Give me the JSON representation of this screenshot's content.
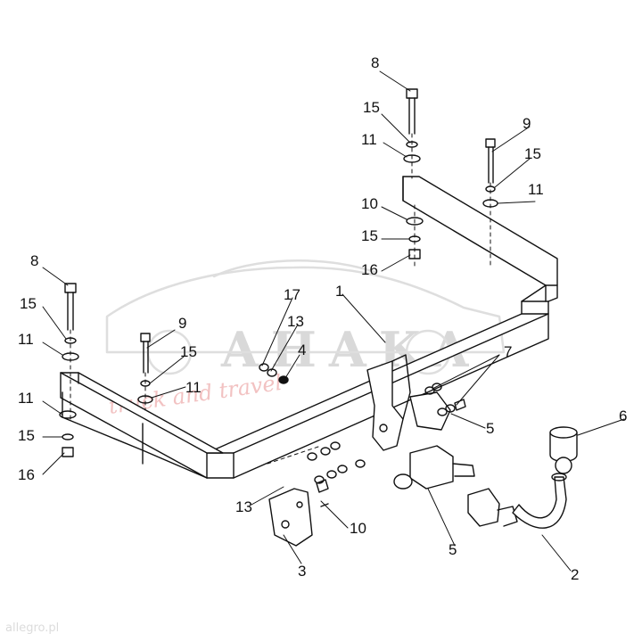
{
  "watermark": {
    "brand": "AHAKA",
    "tagline": "truck and travel",
    "footer": "allegro.pl"
  },
  "callouts": {
    "n1": "1",
    "n2": "2",
    "n3": "3",
    "n4": "4",
    "n5a": "5",
    "n5b": "5",
    "n6": "6",
    "n7": "7",
    "n8a": "8",
    "n8b": "8",
    "n9a": "9",
    "n9b": "9",
    "n10a": "10",
    "n10b": "10",
    "n11a": "11",
    "n11b": "11",
    "n11c": "11",
    "n11d": "11",
    "n11e": "11",
    "n13a": "13",
    "n13b": "13",
    "n15a": "15",
    "n15b": "15",
    "n15c": "15",
    "n15d": "15",
    "n15e": "15",
    "n15f": "15",
    "n16a": "16",
    "n16b": "16",
    "n17": "17"
  }
}
